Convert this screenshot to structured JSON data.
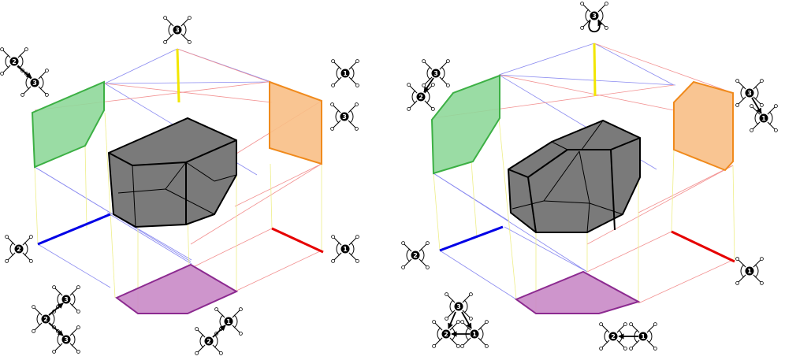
{
  "colors": {
    "axis_yellow": "#f2e600",
    "axis_blue": "#0000e6",
    "axis_red": "#e60000",
    "face_green": "#8fd89a",
    "face_green_stroke": "#3cb044",
    "face_orange": "#f8bf86",
    "face_orange_stroke": "#f08a1c",
    "face_purple": "#c98ac6",
    "face_purple_stroke": "#8c2a90",
    "solid": "#7a7a7a",
    "guide_blue": "#8a8af0",
    "guide_red": "#f29090",
    "guide_yellow": "#eeee88"
  },
  "panels": [
    {
      "label": "left",
      "node_labels": {
        "top_center": [
          "3"
        ],
        "top_left": [
          "2",
          "3"
        ],
        "top_right": [
          "1",
          "3"
        ],
        "mid_left": [
          "2"
        ],
        "mid_right": [
          "1"
        ],
        "bottom_left": [
          "3",
          "2",
          "3"
        ],
        "bottom_right": [
          "1",
          "2"
        ]
      }
    },
    {
      "label": "right",
      "node_labels": {
        "top_center": [
          "3"
        ],
        "top_left": [
          "3",
          "2"
        ],
        "top_right": [
          "3",
          "1"
        ],
        "mid_left": [
          "2"
        ],
        "mid_right": [
          "1"
        ],
        "bottom_left": [
          "3",
          "2",
          "1"
        ],
        "bottom_right": [
          "2",
          "1"
        ]
      }
    }
  ]
}
